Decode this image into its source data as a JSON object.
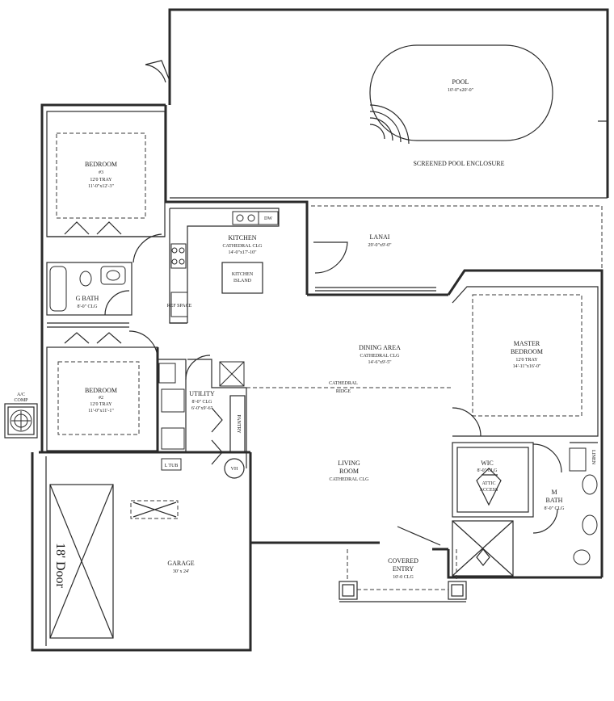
{
  "rooms": {
    "pool": {
      "name": "POOL",
      "size": "10'-0\"x20'-0\""
    },
    "enclosure": {
      "name": "SCREENED POOL ENCLOSURE"
    },
    "bedroom3": {
      "name": "BEDROOM",
      "number": "#3",
      "ceiling": "12'0 TRAY",
      "size": "11'-0\"x12'-3\""
    },
    "kitchen": {
      "name": "KITCHEN",
      "ceiling": "CATHEDRAL CLG",
      "size": "14'-0\"x17'-10\""
    },
    "kitchen_island": {
      "line1": "KITCHEN",
      "line2": "ISLAND"
    },
    "dw": {
      "label": "DW"
    },
    "fridge": {
      "label": "REF SPACE"
    },
    "lanai": {
      "name": "LANAI",
      "size": "29'-0\"x9'-0\""
    },
    "gbath": {
      "name": "G BATH",
      "ceiling": "8'-0\" CLG"
    },
    "master": {
      "name": "MASTER",
      "name2": "BEDROOM",
      "ceiling": "12'0 TRAY",
      "size": "14'-11\"x16'-0\""
    },
    "dining": {
      "name": "DINING AREA",
      "ceiling": "CATHEDRAL CLG",
      "size": "14'-6\"x9'-5\""
    },
    "ridge": {
      "line1": "CATHEDRAL",
      "line2": "RIDGE"
    },
    "bedroom2": {
      "name": "BEDROOM",
      "number": "#2",
      "ceiling": "12'0 TRAY",
      "size": "11'-0\"x11'-1\""
    },
    "utility": {
      "name": "UTILITY",
      "ceiling": "8'-0\" CLG",
      "size": "6'-0\"x9'-6\""
    },
    "pantry": {
      "name": "PANTRY"
    },
    "ac": {
      "line1": "A/C",
      "line2": "COMP"
    },
    "ltub": {
      "label": "L TUB"
    },
    "vh": {
      "label": "VH"
    },
    "living": {
      "name": "LIVING",
      "name2": "ROOM",
      "ceiling": "CATHEDRAL CLG"
    },
    "wic": {
      "name": "WIC",
      "ceiling": "8'-0\" CLG"
    },
    "attic": {
      "line1": "ATTIC",
      "line2": "ACCESS"
    },
    "linen": {
      "label": "LINEN"
    },
    "mbath": {
      "name": "M",
      "name2": "BATH",
      "ceiling": "8'-0\" CLG"
    },
    "garage": {
      "name": "GARAGE",
      "size": "30' x 24'"
    },
    "garage_door": {
      "label": "18' Door"
    },
    "entry": {
      "name": "COVERED",
      "name2": "ENTRY",
      "ceiling": "10'-0 CLG"
    }
  }
}
